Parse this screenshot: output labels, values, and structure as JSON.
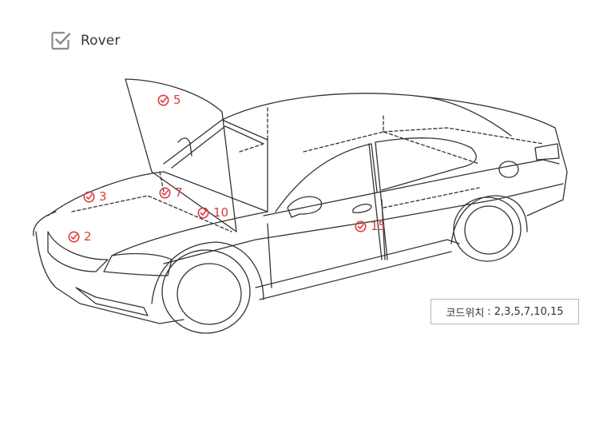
{
  "header": {
    "title": "Rover",
    "icon": "checkbox-check-icon"
  },
  "markers": [
    {
      "label": "5"
    },
    {
      "label": "3"
    },
    {
      "label": "7"
    },
    {
      "label": "10"
    },
    {
      "label": "2"
    },
    {
      "label": "15"
    }
  ],
  "code_box": {
    "label": "코드위치",
    "separator": ":",
    "value": "2,3,5,7,10,15"
  },
  "colors": {
    "accent": "#e03a3a",
    "line": "#333333",
    "icon": "#8a8a8a"
  }
}
